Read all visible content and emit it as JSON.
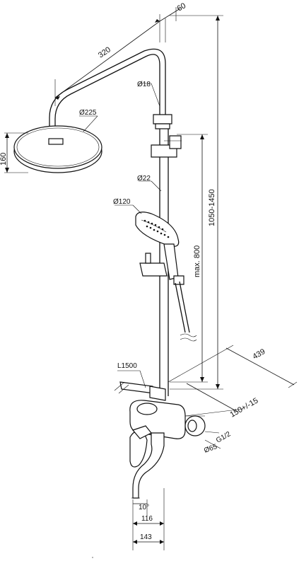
{
  "dimensions": {
    "arm_length": "320",
    "arm_offset": "60",
    "pipe_upper_diameter": "Ø18",
    "head_diameter": "Ø225",
    "head_height": "160",
    "pipe_lower_diameter": "Ø22",
    "height_range": "1050-1450",
    "hand_shower_diameter": "Ø120",
    "slider_max": "max. 800",
    "hose_length": "L1500",
    "depth": "439",
    "wall_distance": "150+/-15",
    "thread": "G1/2",
    "flange_diameter": "Ø65",
    "spout_angle": "10°",
    "spout_width": "116",
    "mixer_width": "143"
  }
}
